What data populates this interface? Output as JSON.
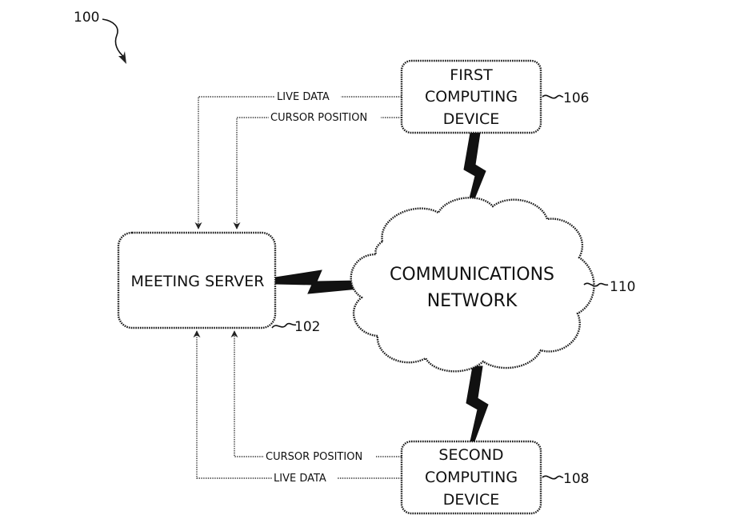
{
  "figure_ref": "100",
  "nodes": {
    "meeting_server": {
      "lines": [
        "MEETING SERVER"
      ],
      "ref": "102"
    },
    "first_device": {
      "lines": [
        "FIRST",
        "COMPUTING",
        "DEVICE"
      ],
      "ref": "106"
    },
    "second_device": {
      "lines": [
        "SECOND",
        "COMPUTING",
        "DEVICE"
      ],
      "ref": "108"
    },
    "network": {
      "lines": [
        "COMMUNICATIONS",
        "NETWORK"
      ],
      "ref": "110"
    }
  },
  "flows": {
    "top_live_data": "LIVE DATA",
    "top_cursor_position": "CURSOR POSITION",
    "bottom_cursor_position": "CURSOR POSITION",
    "bottom_live_data": "LIVE DATA"
  }
}
